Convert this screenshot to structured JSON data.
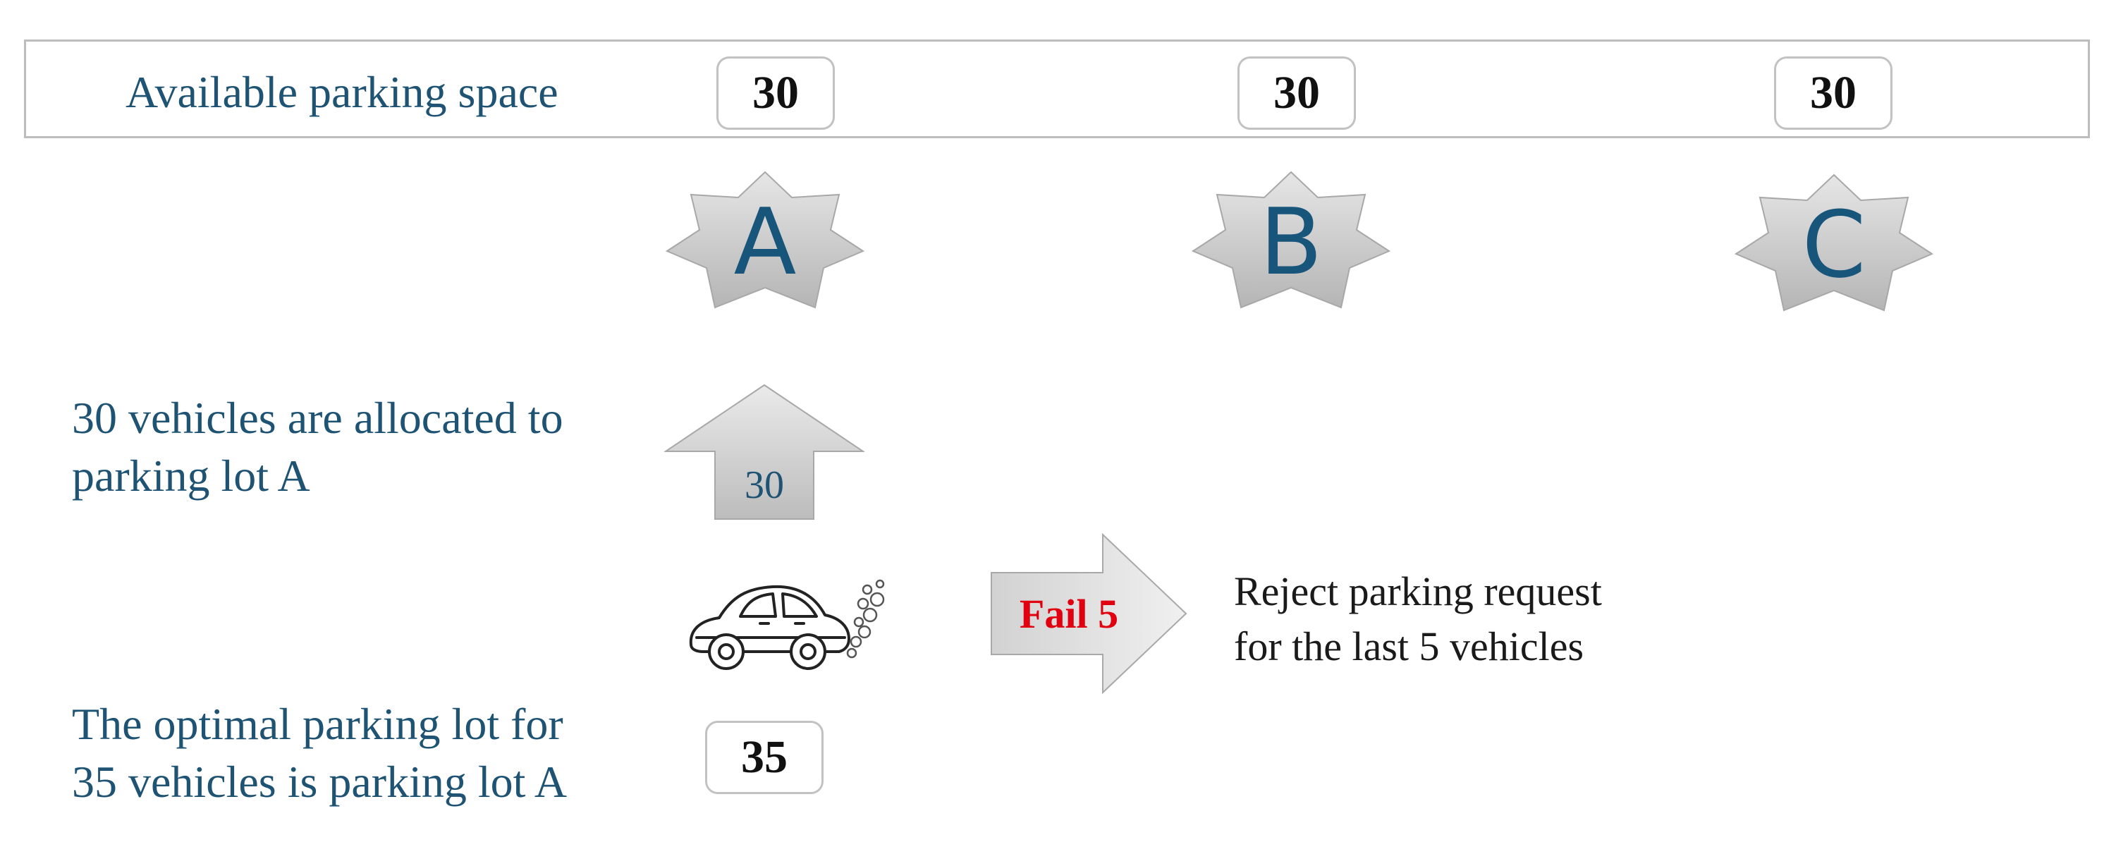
{
  "available_label": "Available parking space",
  "lots": [
    {
      "name": "A",
      "capacity": "30"
    },
    {
      "name": "B",
      "capacity": "30"
    },
    {
      "name": "C",
      "capacity": "30"
    }
  ],
  "allocation": {
    "text": "30 vehicles are allocated to parking lot A",
    "line1": "30 vehicles are allocated to",
    "line2": "parking lot A",
    "arrow_value": "30"
  },
  "fail": {
    "label": "Fail 5",
    "color": "#e0000f"
  },
  "reject": {
    "line1": "Reject parking request",
    "line2": "for the last 5 vehicles"
  },
  "optimal": {
    "line1": "The optimal parking lot for",
    "line2": "35 vehicles is parking lot A",
    "value": "35"
  },
  "icons": {
    "car": "car-icon",
    "star": "star-badge-icon",
    "up_arrow": "up-arrow-icon",
    "right_arrow": "right-arrow-icon"
  },
  "colors": {
    "text_teal": "#1f5373",
    "letter_blue": "#17557a",
    "shape_gray": "#c8c8c8",
    "border_gray": "#bdbdbd"
  }
}
